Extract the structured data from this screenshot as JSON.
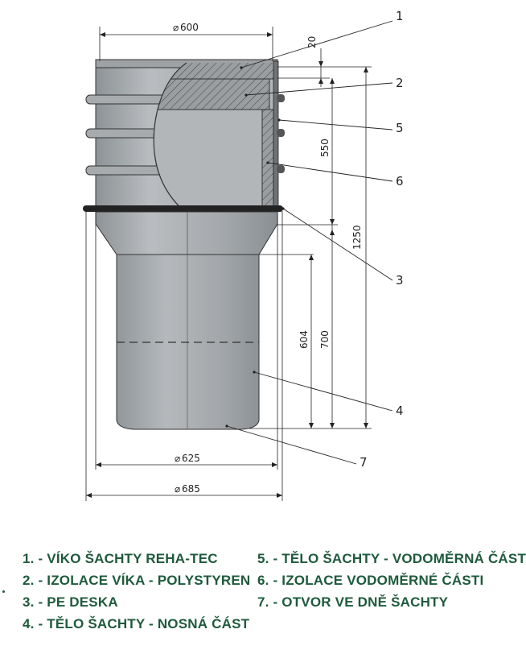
{
  "dimensions": {
    "d600": "600",
    "d625": "625",
    "d685": "685",
    "h20": "20",
    "h550": "550",
    "h604": "604",
    "h700": "700",
    "h1250": "1250"
  },
  "callouts": [
    "1",
    "2",
    "5",
    "6",
    "3",
    "4",
    "7"
  ],
  "legend": {
    "left": [
      "1. - VÍKO ŠACHTY REHA-TEC",
      "2. - IZOLACE VÍKA - POLYSTYREN",
      "3. - PE DESKA",
      "4. - TĚLO ŠACHTY - NOSNÁ ČÁST"
    ],
    "right": [
      "5. - TĚLO ŠACHTY - VODOMĚRNÁ ČÁST",
      "6. - IZOLACE VODOMĚRNÉ ČÁSTI",
      "7. - OTVOR VE DNĚ ŠACHTY"
    ]
  },
  "colors": {
    "legend_text": "#1e5a3c",
    "body_gray": "#a9adb0",
    "line": "#222222"
  }
}
